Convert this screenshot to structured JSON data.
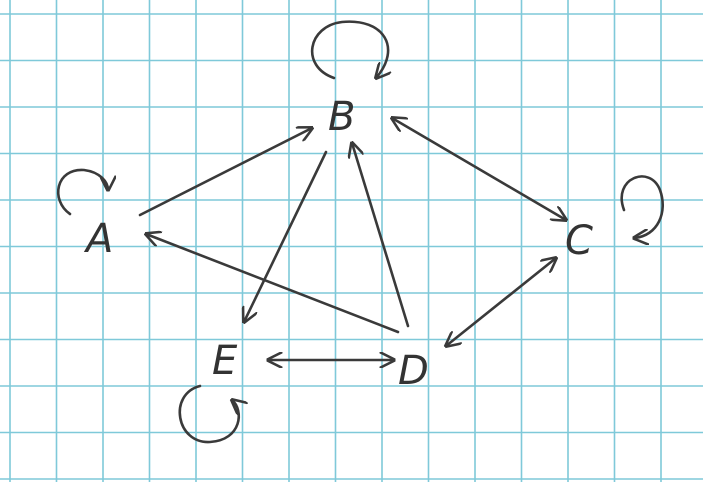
{
  "nodes": [
    {
      "id": "A",
      "label": "A"
    },
    {
      "id": "B",
      "label": "B"
    },
    {
      "id": "C",
      "label": "C"
    },
    {
      "id": "D",
      "label": "D"
    },
    {
      "id": "E",
      "label": "E"
    }
  ],
  "edges": [
    {
      "from": "A",
      "to": "B",
      "directed": true
    },
    {
      "from": "D",
      "to": "A",
      "directed": true
    },
    {
      "from": "B",
      "to": "E",
      "directed": true
    },
    {
      "from": "D",
      "to": "B",
      "directed": true
    },
    {
      "from": "B",
      "to": "C",
      "directed": true,
      "bidirectional": true
    },
    {
      "from": "C",
      "to": "D",
      "directed": true,
      "bidirectional": true
    },
    {
      "from": "E",
      "to": "D",
      "directed": true,
      "bidirectional": true
    }
  ],
  "self_loops": [
    "A",
    "B",
    "C",
    "E"
  ],
  "colors": {
    "ink": "#3a3a3a",
    "grid": "#7fc9d9",
    "paper": "#ffffff"
  }
}
